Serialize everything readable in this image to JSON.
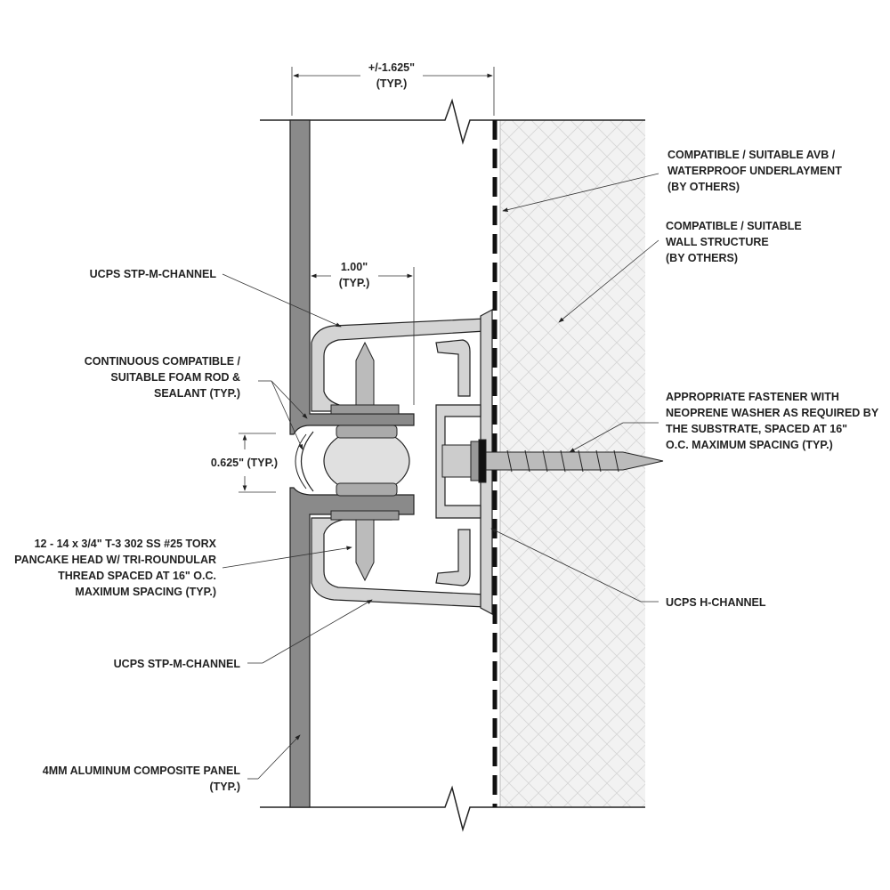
{
  "dimensions": {
    "overall": [
      "+/-1.625\"",
      "(TYP.)"
    ],
    "flange": [
      "1.00\"",
      "(TYP.)"
    ],
    "joint": "0.625\" (TYP.)"
  },
  "labels": {
    "avb": [
      "COMPATIBLE / SUITABLE AVB /",
      "WATERPROOF UNDERLAYMENT",
      "(BY OTHERS)"
    ],
    "wall": [
      "COMPATIBLE / SUITABLE",
      "WALL STRUCTURE",
      "(BY OTHERS)"
    ],
    "mchannel_top": [
      "UCPS STP-M-CHANNEL"
    ],
    "foam": [
      "CONTINUOUS COMPATIBLE /",
      "SUITABLE FOAM ROD &",
      "SEALANT (TYP.)"
    ],
    "fastener": [
      "APPROPRIATE FASTENER WITH",
      "NEOPRENE WASHER AS REQUIRED BY",
      "THE SUBSTRATE, SPACED AT 16\"",
      "O.C. MAXIMUM SPACING (TYP.)"
    ],
    "screw": [
      "12 - 14 x 3/4\" T-3 302 SS #25 TORX",
      "PANCAKE HEAD W/ TRI-ROUNDULAR",
      "THREAD SPACED AT 16\" O.C.",
      "MAXIMUM SPACING (TYP.)"
    ],
    "hchannel": [
      "UCPS H-CHANNEL"
    ],
    "mchannel_bottom": [
      "UCPS STP-M-CHANNEL"
    ],
    "panel": [
      "4MM ALUMINUM COMPOSITE PANEL",
      "(TYP.)"
    ]
  },
  "colors": {
    "panel": "#8a8a8a",
    "channel": "#d4d4d4",
    "wall": "#f0f0f0",
    "foam": "#e0e0e0"
  }
}
